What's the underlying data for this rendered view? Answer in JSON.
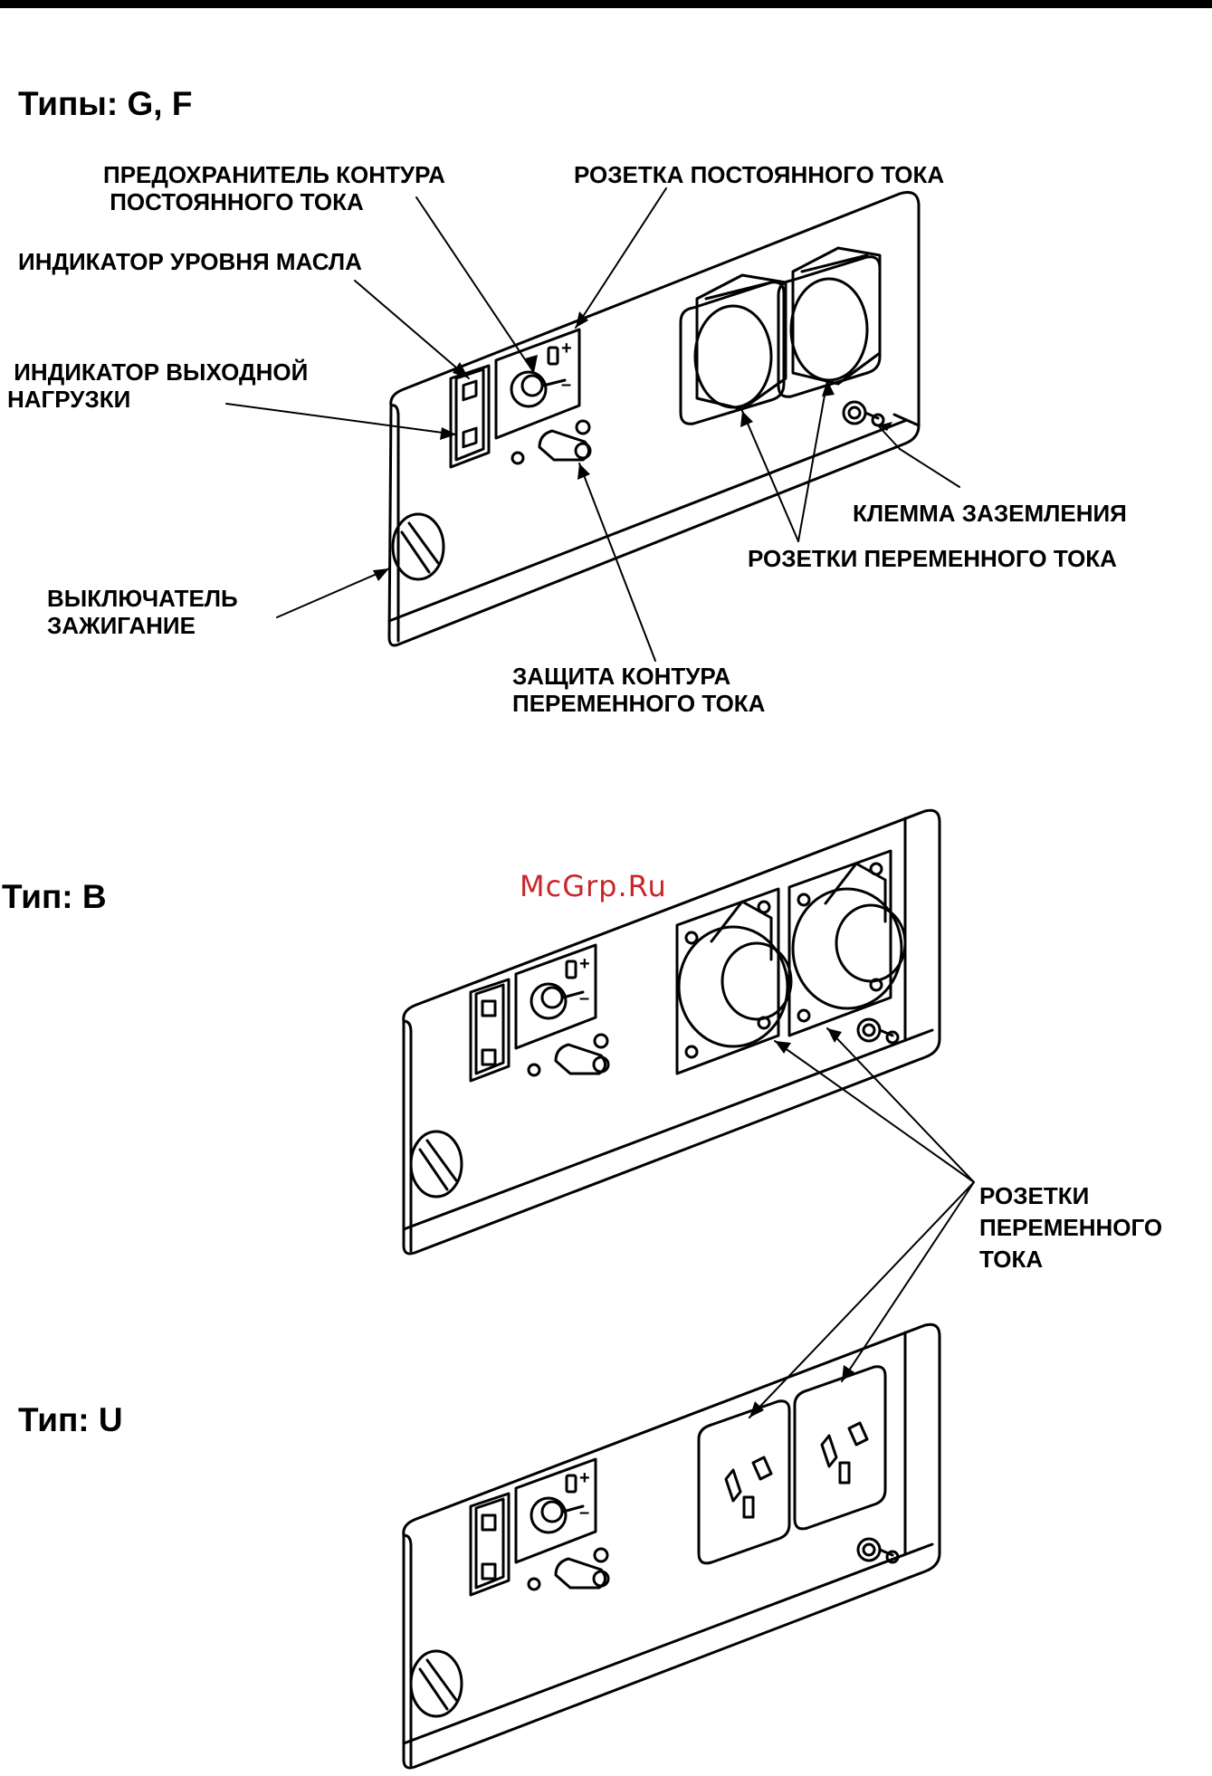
{
  "headings": {
    "gf": "Типы: G, F",
    "b": "Тип: B",
    "u": "Тип: U"
  },
  "labels_gf": {
    "dc_fuse": "ПРЕДОХРАНИТЕЛЬ КОНТУРА\n ПОСТОЯННОГО ТОКА",
    "dc_socket": "РОЗЕТКА ПОСТОЯННОГО ТОКА",
    "oil_indicator": "ИНДИКАТОР УРОВНЯ МАСЛА",
    "load_indicator": " ИНДИКАТОР ВЫХОДНОЙ\nНАГРУЗКИ",
    "ground_terminal": "КЛЕММА ЗАЗЕМЛЕНИЯ",
    "ac_sockets": "РОЗЕТКИ ПЕРЕМЕННОГО ТОКА",
    "ignition_switch": "ВЫКЛЮЧАТЕЛЬ\nЗАЖИГАНИЕ",
    "ac_breaker": "ЗАЩИТА КОНТУРА\nПЕРЕМЕННОГО ТОКА"
  },
  "labels_bu": {
    "ac_sockets": "РОЗЕТКИ\nПЕРЕМЕННОГО\nТОКА"
  },
  "panel_marks": {
    "plus": "+",
    "minus": "–"
  },
  "watermark": "McGrp.Ru",
  "colors": {
    "ink": "#000000",
    "watermark": "#c8262a"
  }
}
